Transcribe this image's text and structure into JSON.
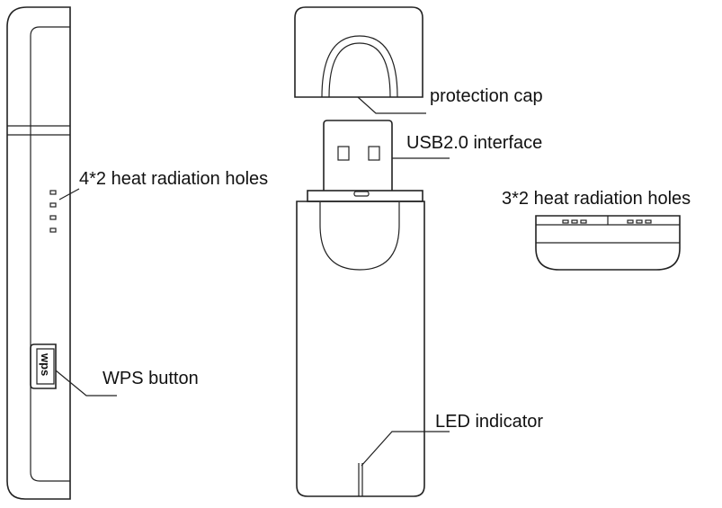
{
  "labels": {
    "protection_cap": "protection cap",
    "usb_interface": "USB2.0 interface",
    "heat_holes_side": "4*2 heat radiation holes",
    "heat_holes_back": "3*2 heat radiation holes",
    "wps_button": "WPS button",
    "led_indicator": "LED indicator"
  },
  "button_text": "wps"
}
